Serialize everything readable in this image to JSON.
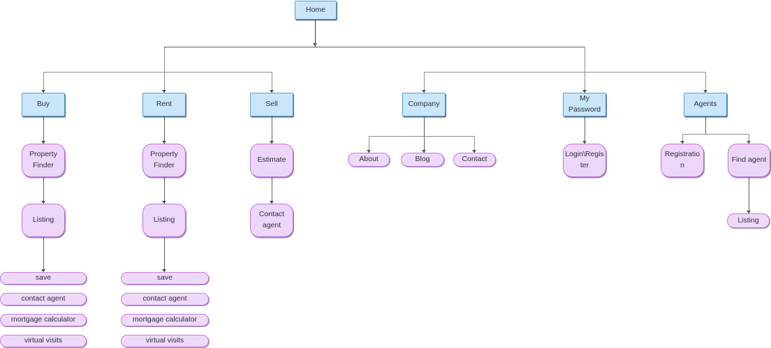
{
  "nodes": {
    "home": "Home",
    "buy": "Buy",
    "rent": "Rent",
    "sell": "Sell",
    "company": "Company",
    "my_password": "My Password",
    "agents": "Agents",
    "buy_property_finder": "Property Finder",
    "buy_listing": "Listing",
    "buy_items": [
      "save",
      "contact agent",
      "mortgage calculator",
      "virtual visits"
    ],
    "rent_property_finder": "Property Finder",
    "rent_listing": "Listing",
    "rent_items": [
      "save",
      "contact agent",
      "mortgage calculator",
      "virtual visits"
    ],
    "sell_estimate": "Estimate",
    "sell_contact_agent": "Contact agent",
    "company_about": "About",
    "company_blog": "Blog",
    "company_contact": "Contact",
    "my_password_login": "Login\\Register",
    "agents_registration": "Registration",
    "agents_find_agent": "Find agent",
    "agents_listing": "Listing"
  },
  "edges": [
    [
      "home",
      "buy"
    ],
    [
      "home",
      "rent"
    ],
    [
      "home",
      "sell"
    ],
    [
      "home",
      "company"
    ],
    [
      "home",
      "my_password"
    ],
    [
      "home",
      "agents"
    ],
    [
      "buy",
      "buy_property_finder"
    ],
    [
      "buy_property_finder",
      "buy_listing"
    ],
    [
      "buy_listing",
      "buy_items.0"
    ],
    [
      "rent",
      "rent_property_finder"
    ],
    [
      "rent_property_finder",
      "rent_listing"
    ],
    [
      "rent_listing",
      "rent_items.0"
    ],
    [
      "sell",
      "sell_estimate"
    ],
    [
      "sell_estimate",
      "sell_contact_agent"
    ],
    [
      "company",
      "company_about"
    ],
    [
      "company",
      "company_blog"
    ],
    [
      "company",
      "company_contact"
    ],
    [
      "my_password",
      "my_password_login"
    ],
    [
      "agents",
      "agents_registration"
    ],
    [
      "agents",
      "agents_find_agent"
    ],
    [
      "agents_find_agent",
      "agents_listing"
    ]
  ],
  "colors": {
    "background": "#ffffff",
    "level_box_fill": "#c9e6fb",
    "level_box_border": "#4f9fd2",
    "card_fill": "#eed6fa",
    "card_border": "#c06ee5",
    "pill_fill": "#efd9fb",
    "pill_border": "#c877eb",
    "connector": "#8c8c94",
    "connector_dark": "#3f3a52",
    "text": "#2e2e38"
  }
}
